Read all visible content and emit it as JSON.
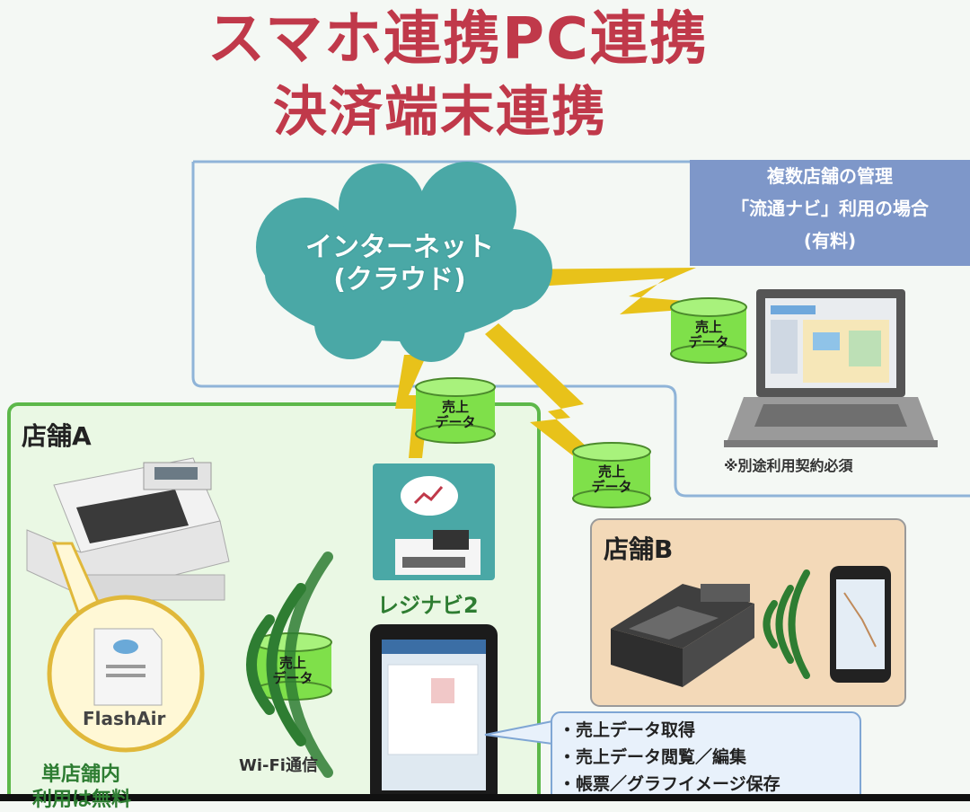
{
  "title": {
    "line1": "スマホ連携PC連携",
    "line2": "決済端末連携"
  },
  "cloud": {
    "line1": "インターネット",
    "line2": "(クラウド)"
  },
  "multi_store_note": {
    "line1": "複数店舗の管理",
    "line2": "「流通ナビ」利用の場合",
    "line3": "(有料)"
  },
  "sales_data": {
    "line1": "売上",
    "line2": "データ"
  },
  "laptop_footnote": "※別途利用契約必須",
  "store_a": {
    "label": "店舗A",
    "flashair_label": "FlashAir",
    "bottom_note": "単店舗内",
    "bottom_note_cut": "利用は無料"
  },
  "store_b": {
    "label": "店舗B"
  },
  "app_name": "レジナビ2",
  "wifi_label": "Wi-Fi通信",
  "features": [
    "・売上データ取得",
    "・売上データ閲覧／編集",
    "・帳票／グラフイメージ保存"
  ],
  "colors": {
    "title_red": "#c0394a",
    "cloud_teal": "#4aa8a6",
    "bolt_yellow": "#e8c21a",
    "cylinder_green": "#7fe04a",
    "store_a_green": "#5db84a",
    "store_b_orange": "#f3d9b8",
    "note_blue": "#7e97c9"
  },
  "icons": [
    "cloud-icon",
    "lightning-icon",
    "database-icon",
    "cash-register-icon",
    "laptop-icon",
    "tablet-icon",
    "smartphone-icon",
    "sd-card-icon",
    "wifi-icon"
  ]
}
